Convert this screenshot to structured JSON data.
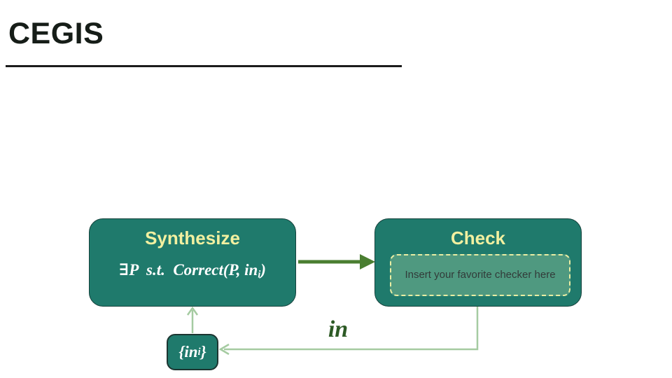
{
  "slide": {
    "title": "CEGIS"
  },
  "synthesize": {
    "title": "Synthesize",
    "formula": {
      "pre": "∃P  s.t.  Correct(P, in",
      "sub": "i",
      "post": ")"
    }
  },
  "check": {
    "title": "Check",
    "placeholder": "Insert your favorite checker here"
  },
  "feedback": {
    "counterexample_set": {
      "pre": "{in",
      "sub": "i",
      "post": "}"
    },
    "edge_label": "in"
  },
  "colors": {
    "node_teal": "#1f7a6c",
    "node_title_yellow": "#f2f0a0",
    "checker_slot_green": "#4f9980",
    "checker_dash_yellow": "#e9eda3",
    "forward_arrow_green": "#4a7e31",
    "feedback_line_green": "#a5cba1",
    "edge_label_green": "#2d5a25",
    "title_black": "#1b1b1b"
  }
}
